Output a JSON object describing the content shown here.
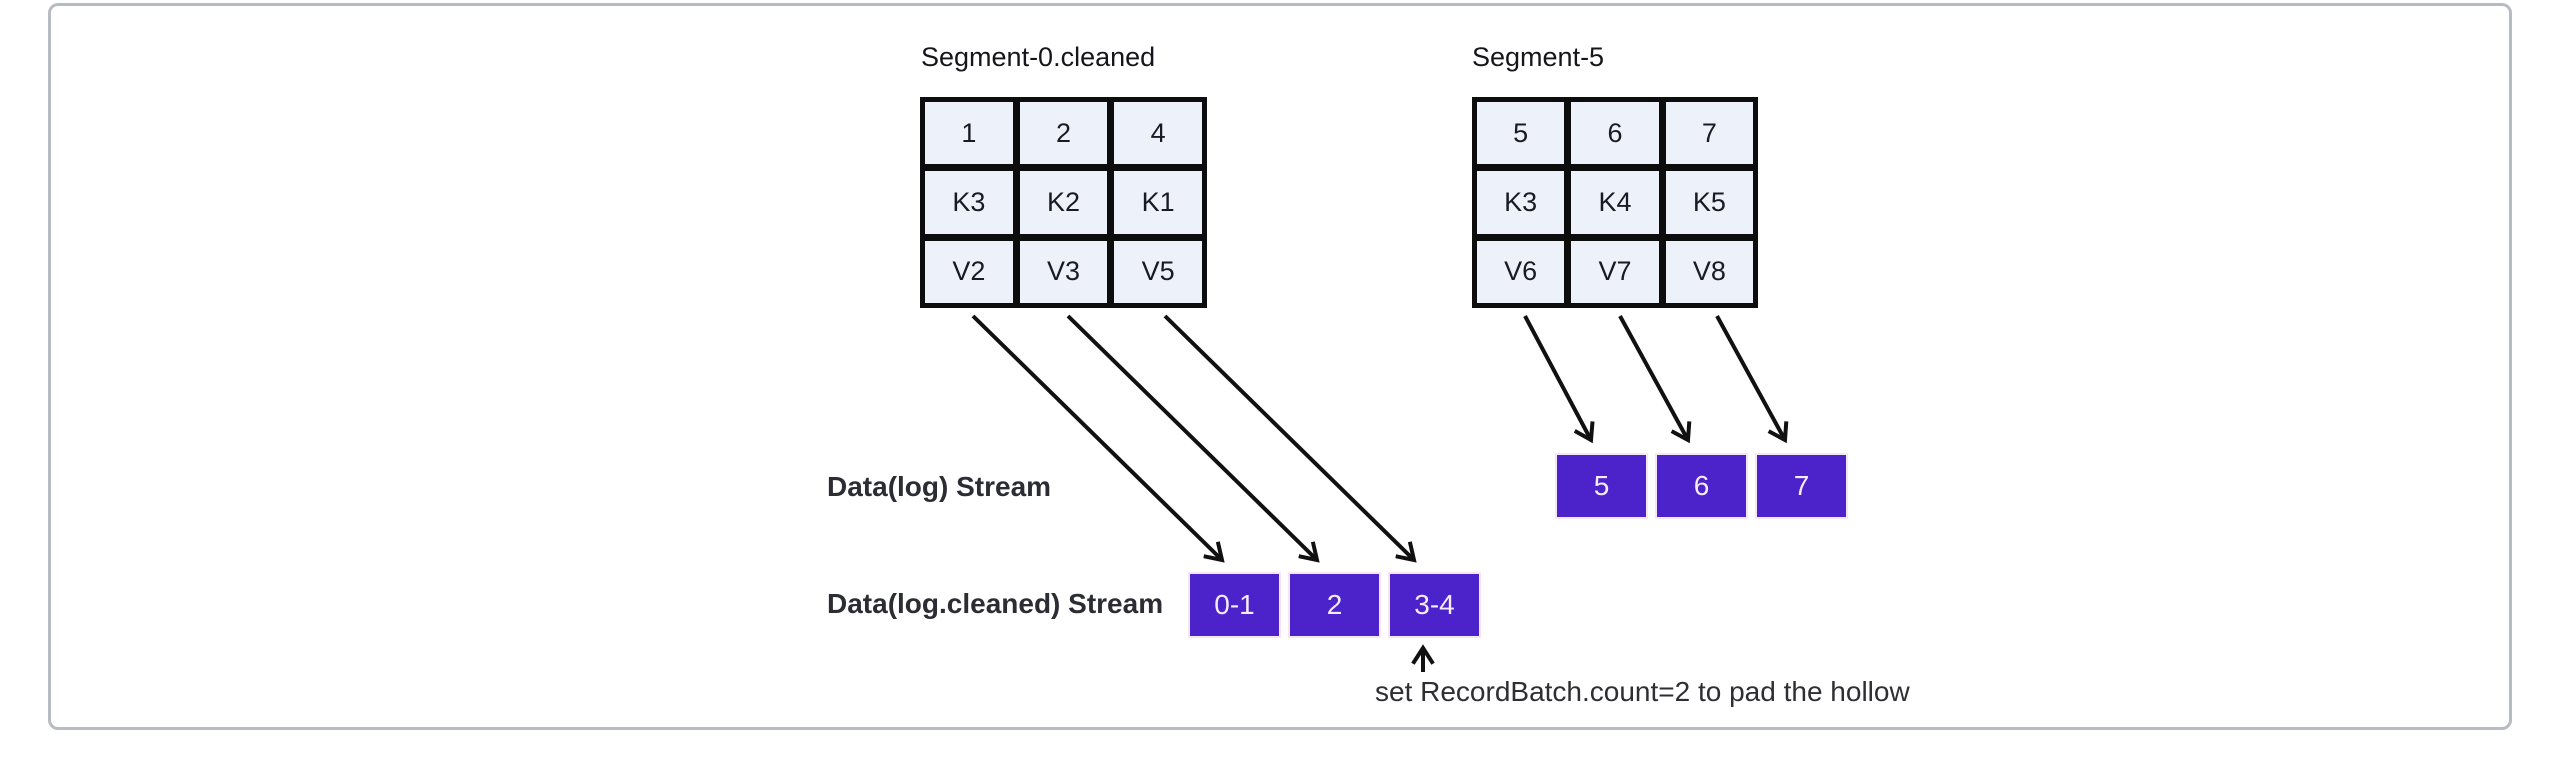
{
  "colors": {
    "stream_box_purple": "#4c22cb",
    "stream_box_text": "#f6ebfa",
    "table_cell_bg": "#edf1fa",
    "table_border": "#0d0d0d",
    "card_border": "#b6bcc2",
    "arrow": "#111111"
  },
  "segments": [
    {
      "title": "Segment-0.cleaned",
      "rows": [
        [
          "1",
          "2",
          "4"
        ],
        [
          "K3",
          "K2",
          "K1"
        ],
        [
          "V2",
          "V3",
          "V5"
        ]
      ]
    },
    {
      "title": "Segment-5",
      "rows": [
        [
          "5",
          "6",
          "7"
        ],
        [
          "K3",
          "K4",
          "K5"
        ],
        [
          "V6",
          "V7",
          "V8"
        ]
      ]
    }
  ],
  "streams": {
    "log": {
      "label": "Data(log) Stream",
      "boxes": [
        "5",
        "6",
        "7"
      ]
    },
    "log_cleaned": {
      "label": "Data(log.cleaned) Stream",
      "boxes": [
        "0-1",
        "2",
        "3-4"
      ]
    }
  },
  "annotation": "set RecordBatch.count=2 to pad the hollow"
}
